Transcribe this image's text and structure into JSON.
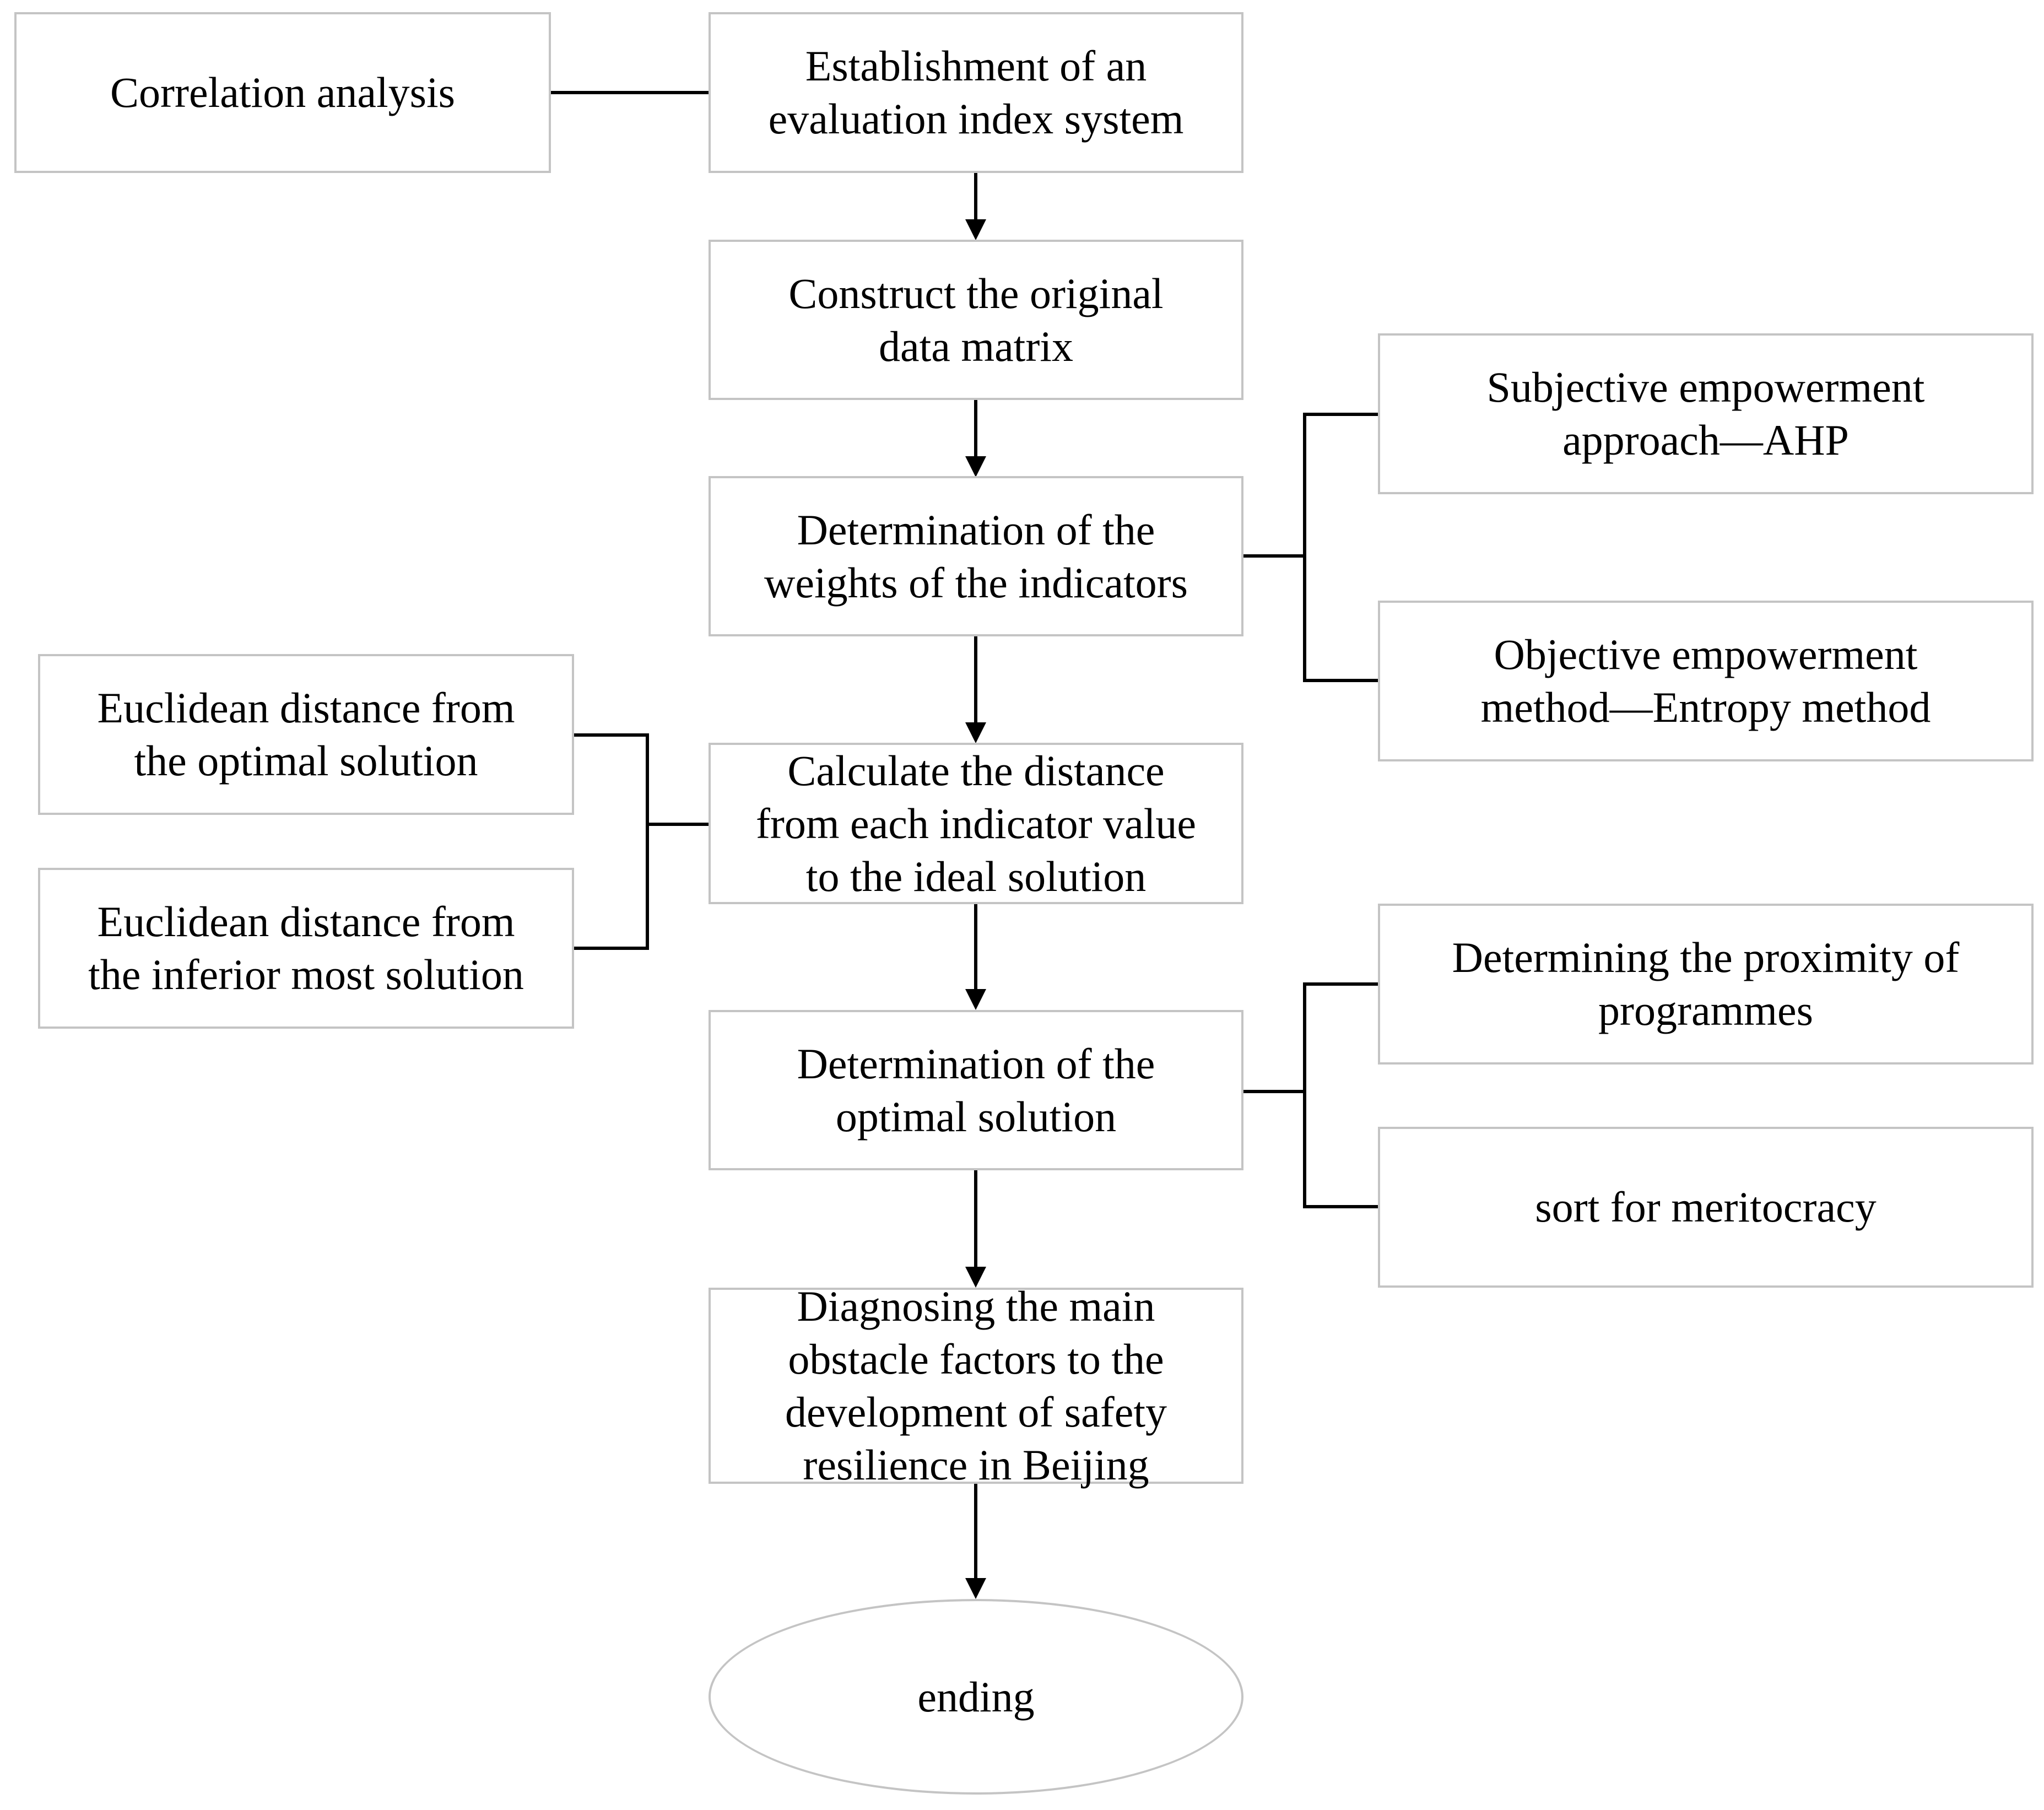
{
  "nodes": {
    "correlation": "Correlation analysis",
    "establishment": "Establishment of an\nevaluation index system",
    "construct": "Construct the original\ndata matrix",
    "weights": "Determination of the\nweights of the indicators",
    "subjective": "Subjective empowerment\napproach—AHP",
    "objective": "Objective empowerment\nmethod—Entropy method",
    "euclid_optimal": "Euclidean distance from\nthe optimal solution",
    "euclid_inferior": "Euclidean distance from\nthe inferior most solution",
    "calculate": "Calculate the distance\nfrom each indicator value\nto the ideal solution",
    "proximity": "Determining the proximity of\nprogrammes",
    "optimal": "Determination of the\noptimal solution",
    "sort": "sort for meritocracy",
    "diagnosing": "Diagnosing the main\nobstacle factors to the\ndevelopment of safety\nresilience in Beijing",
    "ending": "ending"
  },
  "colors": {
    "box_border": "#c4c4c4",
    "line": "#000000"
  }
}
